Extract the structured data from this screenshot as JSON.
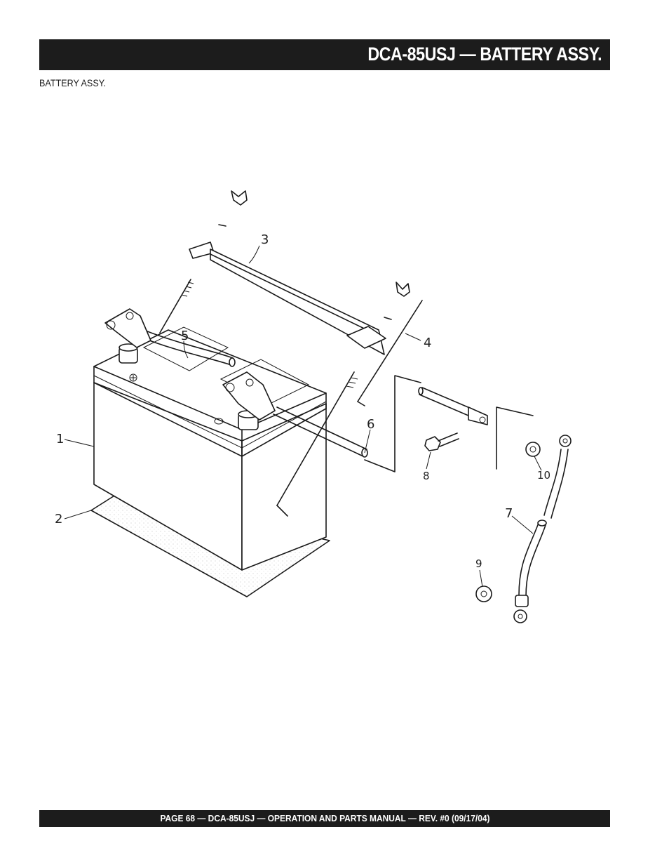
{
  "header": {
    "title": "DCA-85USJ — BATTERY ASSY."
  },
  "section": {
    "subtitle": "BATTERY ASSY."
  },
  "callouts": {
    "c1": "1",
    "c2": "2",
    "c3": "3",
    "c4": "4",
    "c5": "5",
    "c6": "6",
    "c7": "7",
    "c8": "8",
    "c9": "9",
    "c10": "10"
  },
  "footer": {
    "text": "PAGE 68 — DCA-85USJ —  OPERATION AND PARTS  MANUAL — REV. #0  (09/17/04)"
  }
}
